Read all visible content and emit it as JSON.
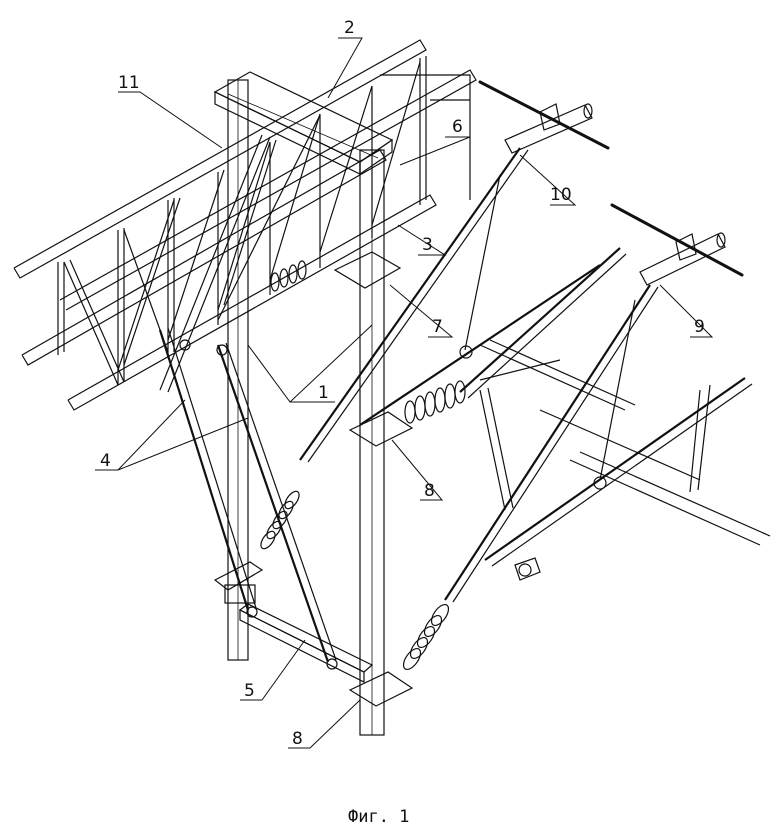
{
  "labels": [
    "1",
    "2",
    "3",
    "4",
    "5",
    "6",
    "7",
    "8",
    "8",
    "9",
    "10",
    "11"
  ],
  "caption": "Фиг. 1"
}
